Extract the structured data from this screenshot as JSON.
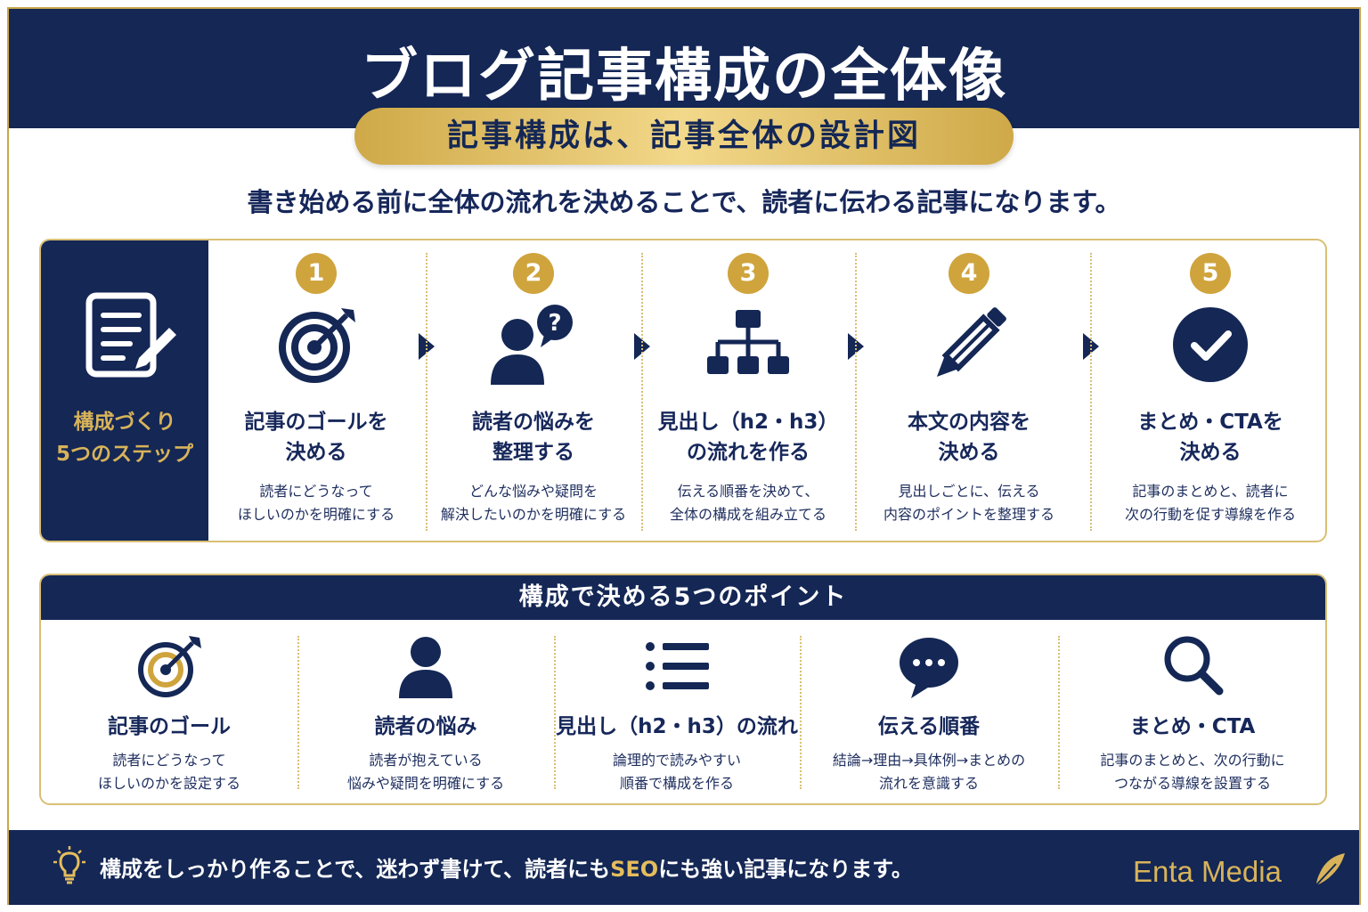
{
  "title": "ブログ記事構成の全体像",
  "subtitle": "記事構成は、記事全体の設計図",
  "intro": "書き始める前に全体の流れを決めることで、読者に伝わる記事になります。",
  "steps_section": {
    "label_line1": "構成づくり",
    "label_line2": "5つのステップ",
    "steps": [
      {
        "number": "1",
        "icon": "target-icon",
        "title_line1": "記事のゴールを",
        "title_line2": "決める",
        "desc_line1": "読者にどうなって",
        "desc_line2": "ほしいのかを明確にする"
      },
      {
        "number": "2",
        "icon": "user-question-icon",
        "title_line1": "読者の悩みを",
        "title_line2": "整理する",
        "desc_line1": "どんな悩みや疑問を",
        "desc_line2": "解決したいのかを明確にする"
      },
      {
        "number": "3",
        "icon": "hierarchy-icon",
        "title_line1": "見出し（h2・h3）",
        "title_line2": "の流れを作る",
        "desc_line1": "伝える順番を決めて、",
        "desc_line2": "全体の構成を組み立てる"
      },
      {
        "number": "4",
        "icon": "pencil-icon",
        "title_line1": "本文の内容を",
        "title_line2": "決める",
        "desc_line1": "見出しごとに、伝える",
        "desc_line2": "内容のポイントを整理する"
      },
      {
        "number": "5",
        "icon": "check-circle-icon",
        "title_line1": "まとめ・CTAを",
        "title_line2": "決める",
        "desc_line1": "記事のまとめと、読者に",
        "desc_line2": "次の行動を促す導線を作る"
      }
    ]
  },
  "points_section": {
    "heading": "構成で決める5つのポイント",
    "points": [
      {
        "icon": "target-icon",
        "title": "記事のゴール",
        "desc_line1": "読者にどうなって",
        "desc_line2": "ほしいのかを設定する"
      },
      {
        "icon": "user-icon",
        "title": "読者の悩み",
        "desc_line1": "読者が抱えている",
        "desc_line2": "悩みや疑問を明確にする"
      },
      {
        "icon": "list-icon",
        "title": "見出し（h2・h3）の流れ",
        "desc_line1": "論理的で読みやすい",
        "desc_line2": "順番で構成を作る"
      },
      {
        "icon": "chat-bubble-icon",
        "title": "伝える順番",
        "desc_line1": "結論→理由→具体例→まとめの",
        "desc_line2": "流れを意識する"
      },
      {
        "icon": "search-icon",
        "title": "まとめ・CTA",
        "desc_line1": "記事のまとめと、次の行動に",
        "desc_line2": "つながる導線を設置する"
      }
    ]
  },
  "footer": {
    "text_part1": "構成をしっかり作ることで、迷わず書けて、読者にも",
    "text_highlight": "SEO",
    "text_part2": "にも強い記事になります。",
    "brand": "Enta Media"
  },
  "colors": {
    "navy": "#142755",
    "gold": "#cfa43d",
    "white": "#ffffff"
  }
}
